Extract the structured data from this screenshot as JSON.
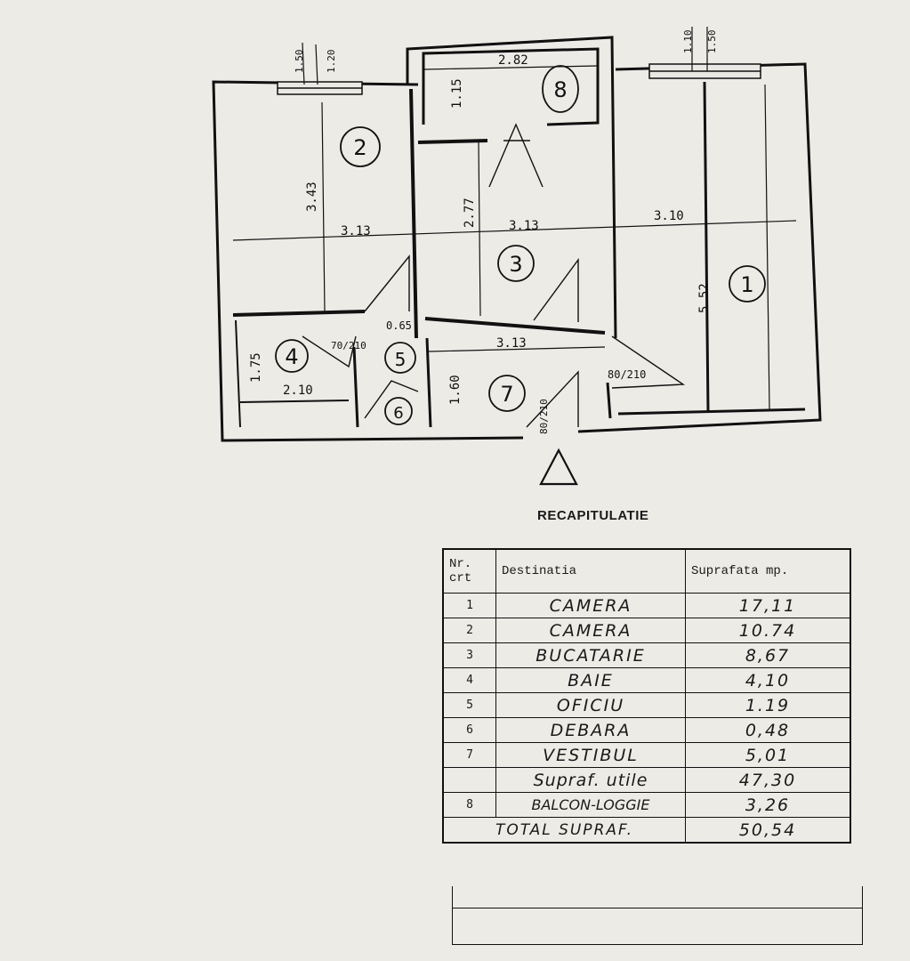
{
  "plan": {
    "room_numbers": [
      "1",
      "2",
      "3",
      "4",
      "5",
      "6",
      "7",
      "8"
    ],
    "dims": {
      "loggia_w": "2.82",
      "loggia_d": "1.15",
      "room2_h": "3.43",
      "room2_w": "3.13",
      "room3_h": "2.77",
      "room3_w": "3.13",
      "room1_w": "3.10",
      "room1_h": "5.52",
      "hall_w": "3.13",
      "bath_h": "1.75",
      "bath_w": "2.10",
      "hall_h": "1.60",
      "door_1": "80/210",
      "door_2": "70/210",
      "door_3": "80/210",
      "win_left_a": "1.50",
      "win_left_b": "1.20",
      "win_right_a": "1.10",
      "win_right_b": "1.50",
      "small_dim": "0.65"
    }
  },
  "recap_title": "RECAPITULATIE",
  "table": {
    "headers": {
      "nr": "Nr.\ncrt",
      "destinatie": "Destinatia",
      "suprafata": "Suprafata mp."
    },
    "rows": [
      {
        "nr": "1",
        "dest": "CAMERA",
        "val": "17,11"
      },
      {
        "nr": "2",
        "dest": "CAMERA",
        "val": "10.74"
      },
      {
        "nr": "3",
        "dest": "BUCATARIE",
        "val": "8,67"
      },
      {
        "nr": "4",
        "dest": "BAIE",
        "val": "4,10"
      },
      {
        "nr": "5",
        "dest": "OFICIU",
        "val": "1.19"
      },
      {
        "nr": "6",
        "dest": "DEBARA",
        "val": "0,48"
      },
      {
        "nr": "7",
        "dest": "VESTIBUL",
        "val": "5,01"
      },
      {
        "nr": "",
        "dest": "Supraf. utile",
        "val": "47,30"
      },
      {
        "nr": "8",
        "dest": "BALCON-LOGGIE",
        "val": "3,26"
      }
    ],
    "total": {
      "label": "TOTAL SUPRAF.",
      "val": "50,54"
    }
  }
}
